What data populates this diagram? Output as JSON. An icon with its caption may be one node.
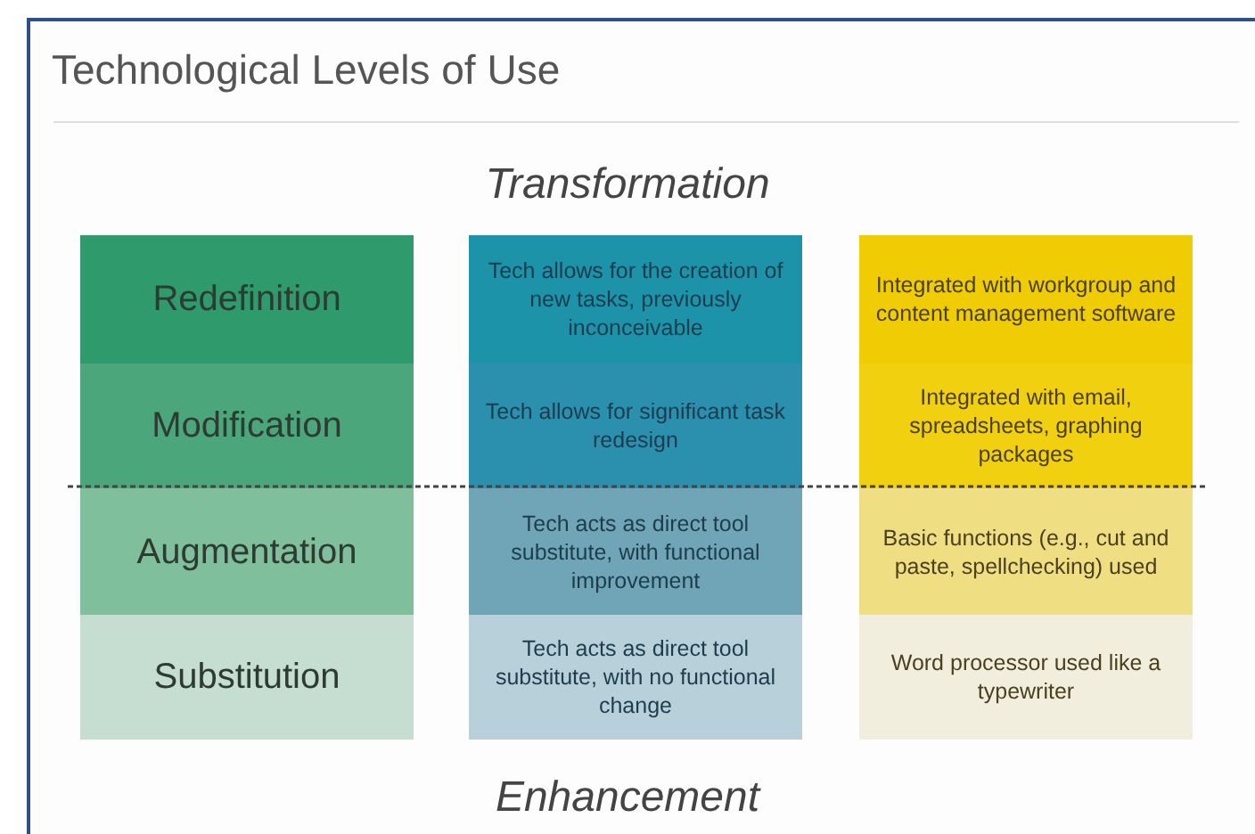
{
  "diagram": {
    "title": "Technological Levels of Use",
    "nodes": [
      {
        "text": [
          "Redefinition"
        ]
      },
      {
        "text": [
          "Tech allows for the creation of new tasks, previously inconceivable"
        ]
      },
      {
        "text": [
          "Integrated with workgroup and content management software"
        ]
      },
      {
        "text": [
          "Modification"
        ]
      },
      {
        "text": [
          "Tech allows for significant task redesign"
        ]
      },
      {
        "text": [
          "Integrated with email, spreadsheets, graphing packages"
        ]
      },
      {
        "text": [
          "Augmentation"
        ]
      },
      {
        "text": [
          "Tech acts as direct tool substitute, with functional improvement"
        ]
      },
      {
        "text": [
          "Basic functions (e.g., cut and paste, spellchecking) used"
        ]
      },
      {
        "text": [
          "Substitution"
        ]
      },
      {
        "text": [
          "Tech acts as direct tool substitute, with no functional change"
        ]
      },
      {
        "text": [
          "Word processor used like a typewriter"
        ]
      }
    ],
    "labels": [
      "Transformation",
      "Enhancement"
    ]
  }
}
